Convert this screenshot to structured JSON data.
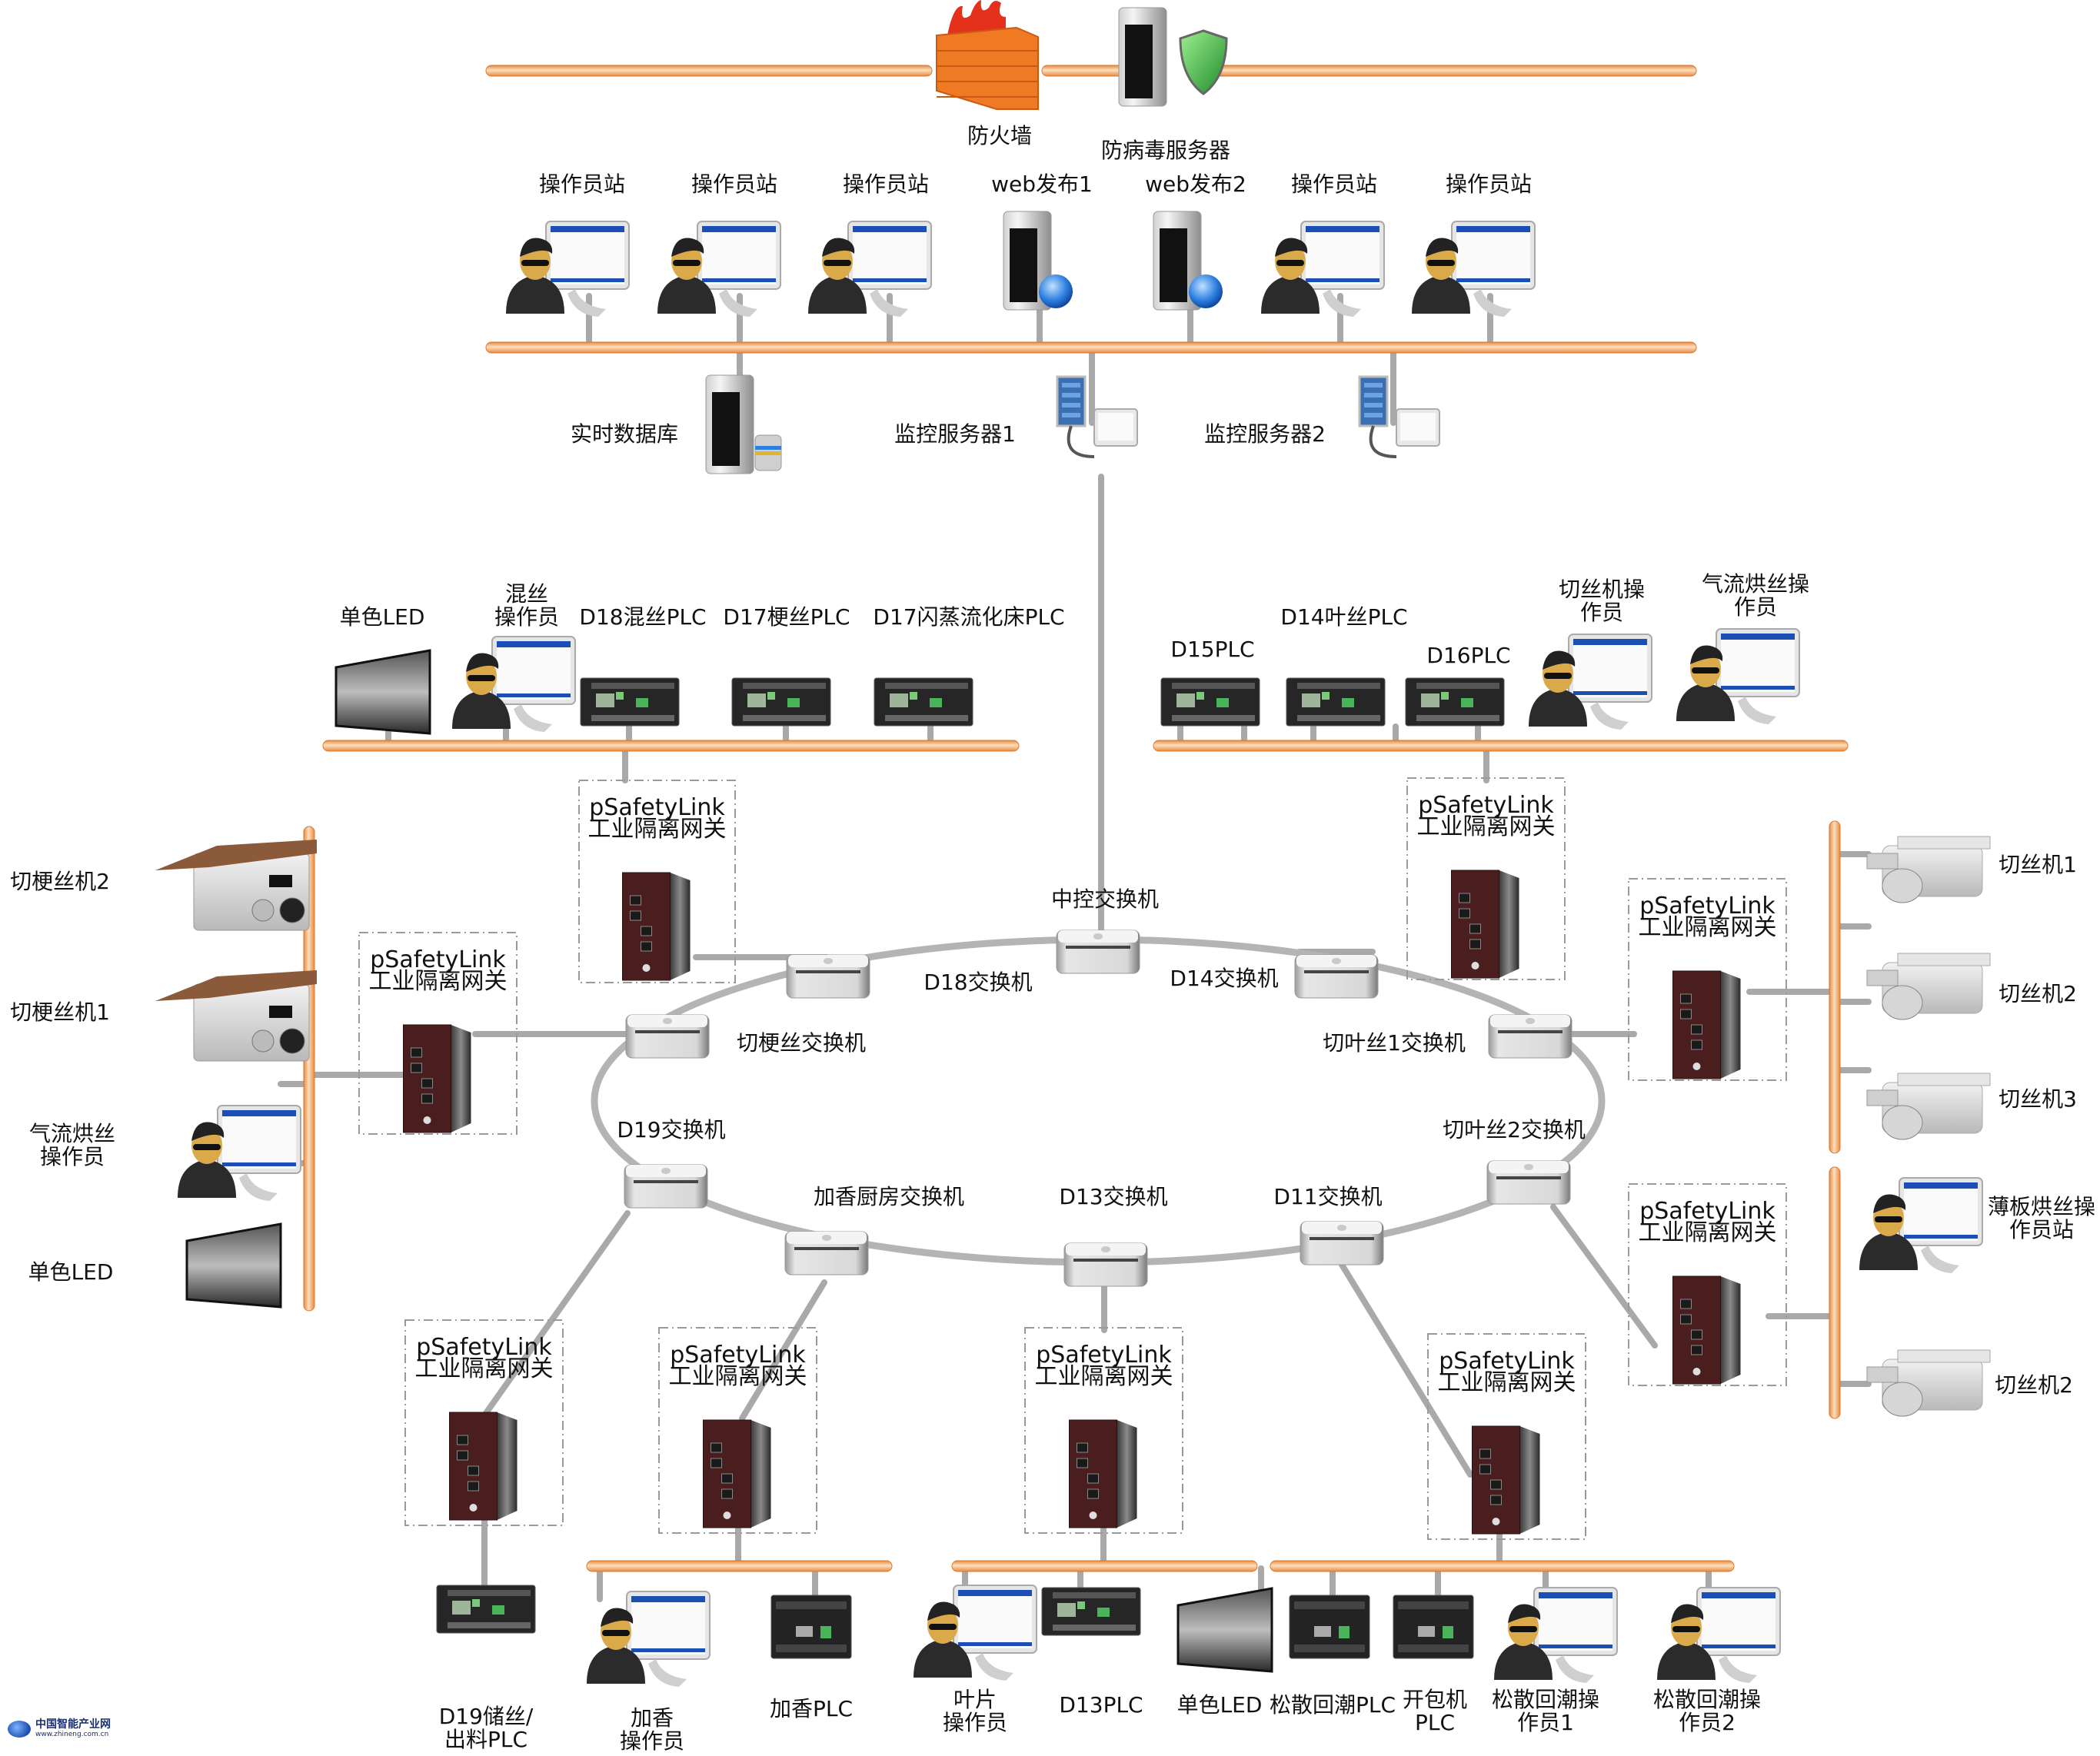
{
  "colors": {
    "bus": "#f3a25a",
    "bus_hi": "#fde0bf",
    "link": "#a9a9a9",
    "firewall": "#f07a24",
    "gateway": "#4a1e1e"
  },
  "top": {
    "firewall": "防火墙",
    "antivirus": "防病毒服务器",
    "stations": [
      {
        "label": "操作员站",
        "type": "operator"
      },
      {
        "label": "操作员站",
        "type": "operator"
      },
      {
        "label": "操作员站",
        "type": "operator"
      },
      {
        "label": "web发布1",
        "type": "web"
      },
      {
        "label": "web发布2",
        "type": "web"
      },
      {
        "label": "操作员站",
        "type": "operator"
      },
      {
        "label": "操作员站",
        "type": "operator"
      }
    ],
    "servers": [
      {
        "label": "实时数据库",
        "type": "db"
      },
      {
        "label": "监控服务器1",
        "type": "monitor"
      },
      {
        "label": "监控服务器2",
        "type": "monitor"
      }
    ]
  },
  "gateway_label": {
    "line1": "pSafetyLink",
    "line2": "工业隔离网关"
  },
  "switches": [
    {
      "id": "center",
      "label": "中控交换机"
    },
    {
      "id": "d18",
      "label": "D18交换机"
    },
    {
      "id": "d14",
      "label": "D14交换机"
    },
    {
      "id": "qgs",
      "label": "切梗丝交换机"
    },
    {
      "id": "qys1",
      "label": "切叶丝1交换机"
    },
    {
      "id": "d19",
      "label": "D19交换机"
    },
    {
      "id": "qys2",
      "label": "切叶丝2交换机"
    },
    {
      "id": "jxcf",
      "label": "加香厨房交换机"
    },
    {
      "id": "d13",
      "label": "D13交换机"
    },
    {
      "id": "d11",
      "label": "D11交换机"
    }
  ],
  "groups": {
    "d18_bus": [
      "单色LED",
      "混丝\n操作员",
      "D18混丝PLC",
      "D17梗丝PLC",
      "D17闪蒸流化床PLC"
    ],
    "d14_bus": [
      "D15PLC",
      "D14叶丝PLC",
      "D16PLC",
      "切丝机操\n作员",
      "气流烘丝操\n作员"
    ],
    "left_bus": [
      "切梗丝机2",
      "切梗丝机1",
      "气流烘丝\n操作员",
      "单色LED"
    ],
    "right_bus1": [
      "切丝机1",
      "切丝机2",
      "切丝机3"
    ],
    "right_bus2": [
      "薄板烘丝操\n作员站",
      "切丝机2"
    ],
    "bottom": [
      "D19储丝/\n出料PLC",
      "加香\n操作员",
      "加香PLC",
      "叶片\n操作员",
      "D13PLC",
      "单色LED",
      "松散回潮PLC",
      "开包机\nPLC",
      "松散回潮操\n作员1",
      "松散回潮操\n作员2"
    ]
  },
  "watermark": {
    "name": "中国智能产业网",
    "url": "www.zhineng.com.cn"
  }
}
